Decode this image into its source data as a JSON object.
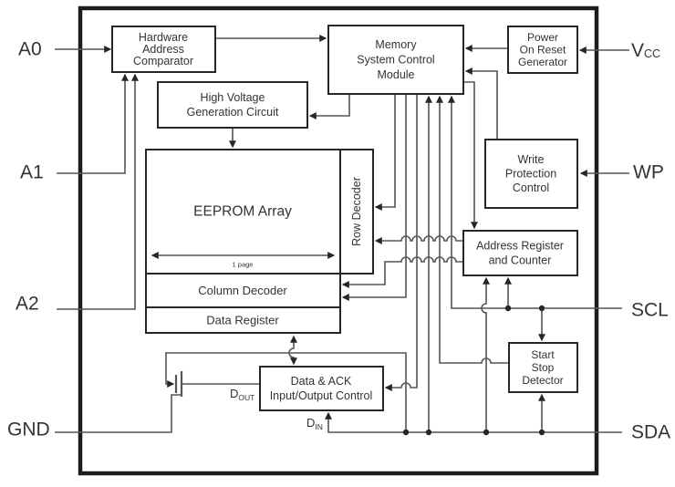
{
  "blocks": {
    "hardware_address_comparator": {
      "lines": [
        "Hardware",
        "Address",
        "Comparator"
      ]
    },
    "high_voltage_generation_circuit": {
      "lines": [
        "High Voltage",
        "Generation Circuit"
      ]
    },
    "memory_system_control_module": {
      "lines": [
        "Memory",
        "System Control",
        "Module"
      ]
    },
    "power_on_reset_generator": {
      "lines": [
        "Power",
        "On Reset",
        "Generator"
      ]
    },
    "write_protection_control": {
      "lines": [
        "Write",
        "Protection",
        "Control"
      ]
    },
    "eeprom_array": {
      "label": "EEPROM Array",
      "page_width_label": "1 page"
    },
    "row_decoder": {
      "label": "Row Decoder"
    },
    "column_decoder": {
      "label": "Column Decoder"
    },
    "data_register": {
      "label": "Data Register"
    },
    "address_register_and_counter": {
      "lines": [
        "Address Register",
        "and Counter"
      ]
    },
    "start_stop_detector": {
      "lines": [
        "Start",
        "Stop",
        "Detector"
      ]
    },
    "data_ack_io_control": {
      "lines": [
        "Data & ACK",
        "Input/Output Control"
      ]
    }
  },
  "pins": {
    "a0": "A0",
    "a1": "A1",
    "a2": "A2",
    "gnd": "GND",
    "vcc_base": "V",
    "vcc_sub": "CC",
    "wp": "WP",
    "scl": "SCL",
    "sda": "SDA"
  },
  "signals": {
    "dout_base": "D",
    "dout_sub": "OUT",
    "din_base": "D",
    "din_sub": "IN"
  },
  "colors": {
    "background": "#ffffff",
    "wire": "#555555",
    "box_border": "#262626",
    "text": "#333333"
  }
}
